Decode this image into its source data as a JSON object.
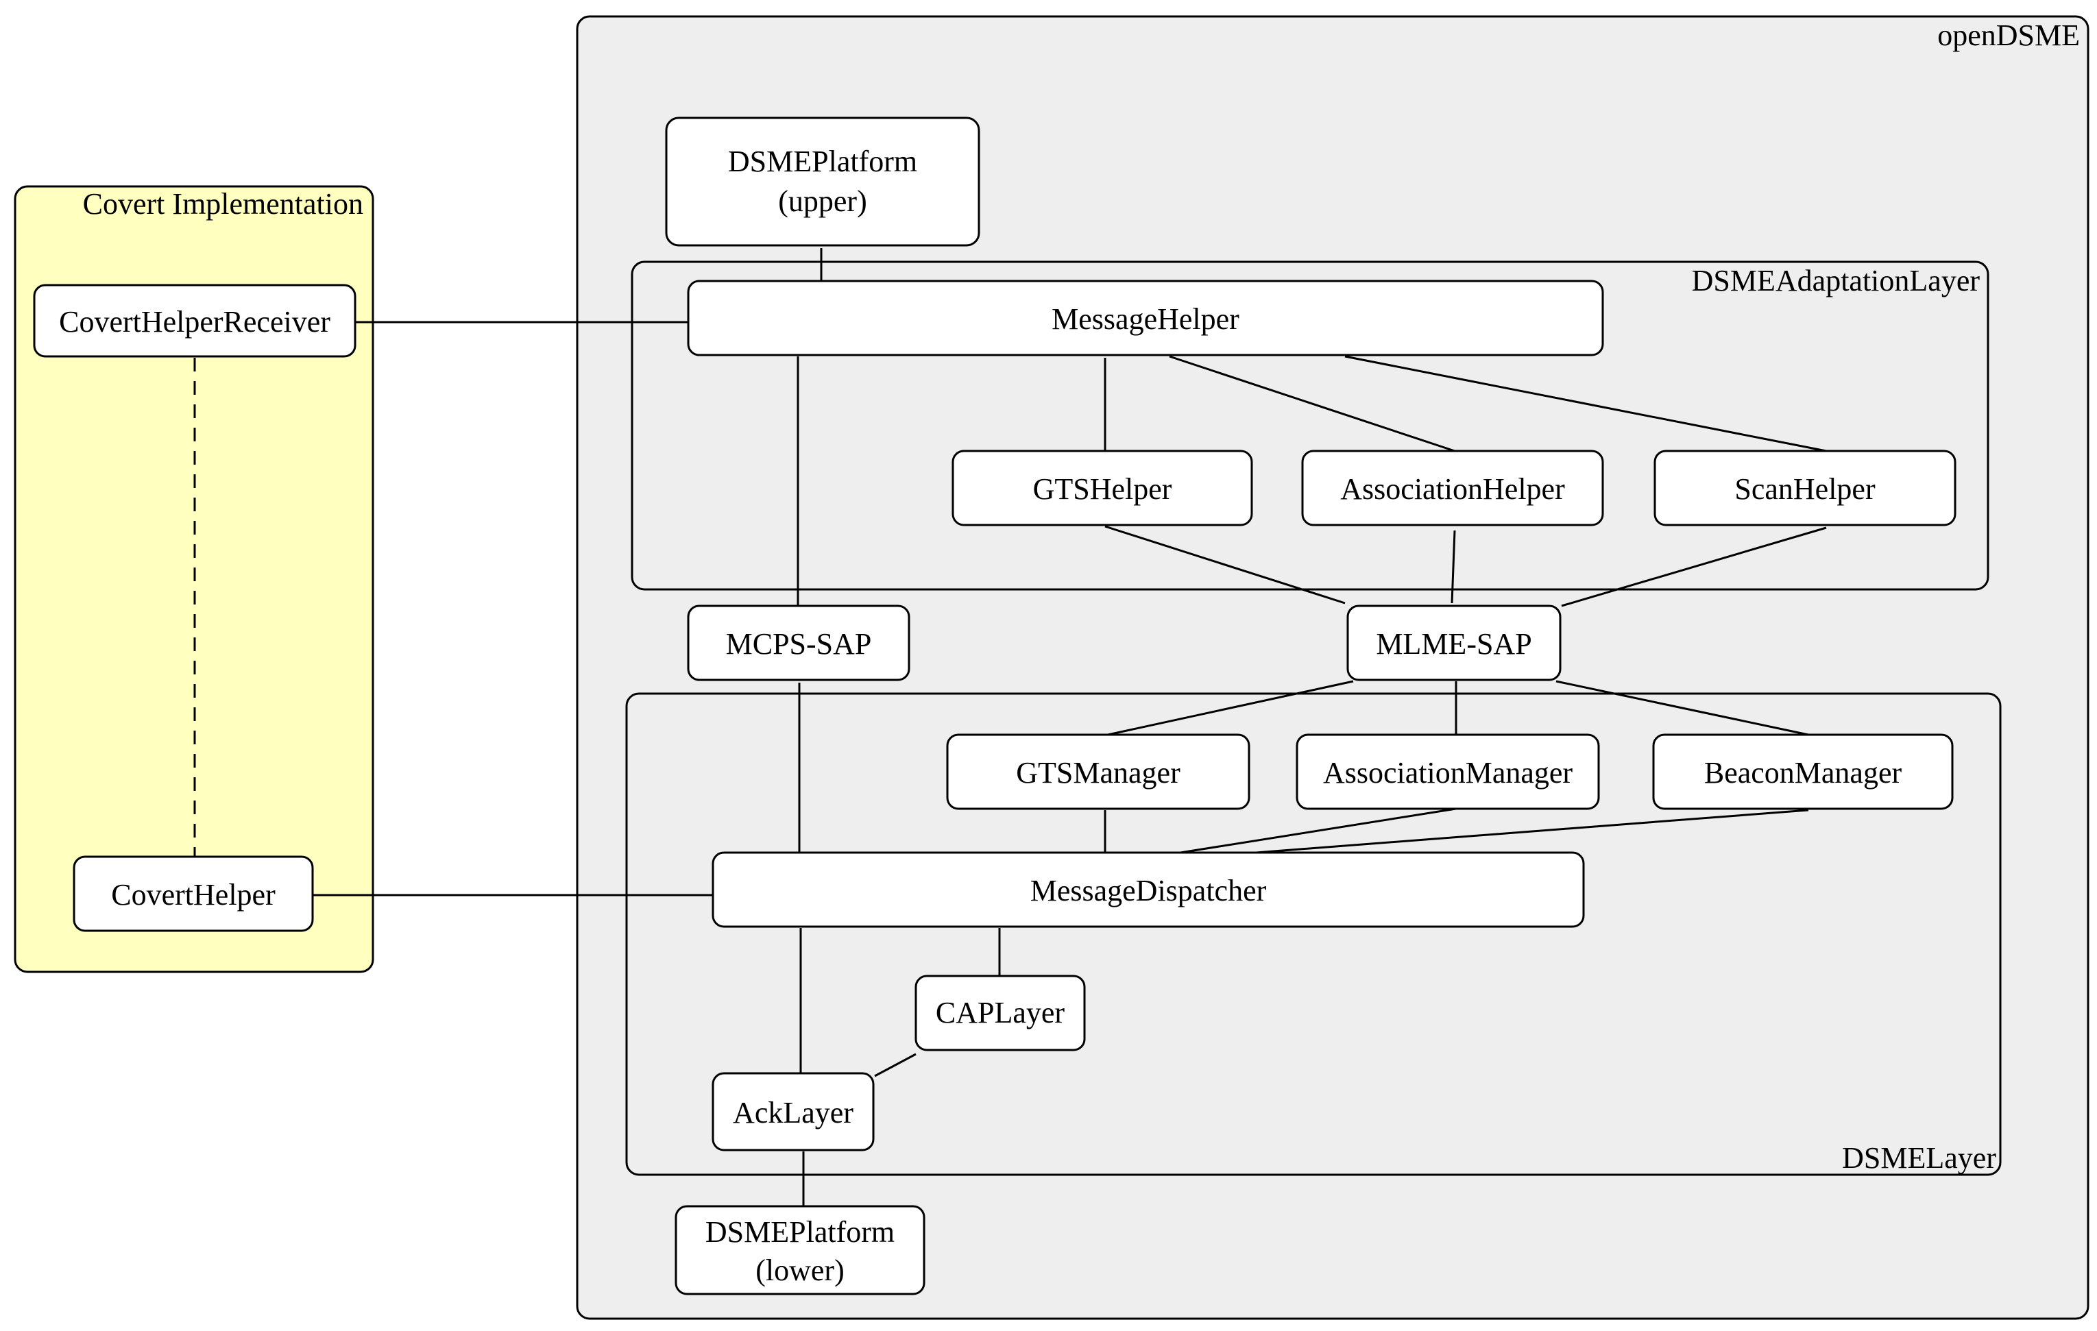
{
  "groups": {
    "opendsme": "openDSME",
    "adaptation_layer": "DSMEAdaptationLayer",
    "dsme_layer": "DSMELayer",
    "covert": "Covert Implementation"
  },
  "nodes": {
    "platform_upper": [
      "DSMEPlatform",
      "(upper)"
    ],
    "message_helper": "MessageHelper",
    "gts_helper": "GTSHelper",
    "association_helper": "AssociationHelper",
    "scan_helper": "ScanHelper",
    "mcps_sap": "MCPS-SAP",
    "mlme_sap": "MLME-SAP",
    "gts_manager": "GTSManager",
    "association_manager": "AssociationManager",
    "beacon_manager": "BeaconManager",
    "message_dispatcher": "MessageDispatcher",
    "cap_layer": "CAPLayer",
    "ack_layer": "AckLayer",
    "platform_lower": [
      "DSMEPlatform",
      "(lower)"
    ],
    "covert_helper_receiver": "CovertHelperReceiver",
    "covert_helper": "CovertHelper"
  },
  "colors": {
    "opendsme_fill": "#eeeeee",
    "covert_fill": "#ffffc0",
    "node_fill": "#ffffff",
    "stroke": "#000000"
  }
}
